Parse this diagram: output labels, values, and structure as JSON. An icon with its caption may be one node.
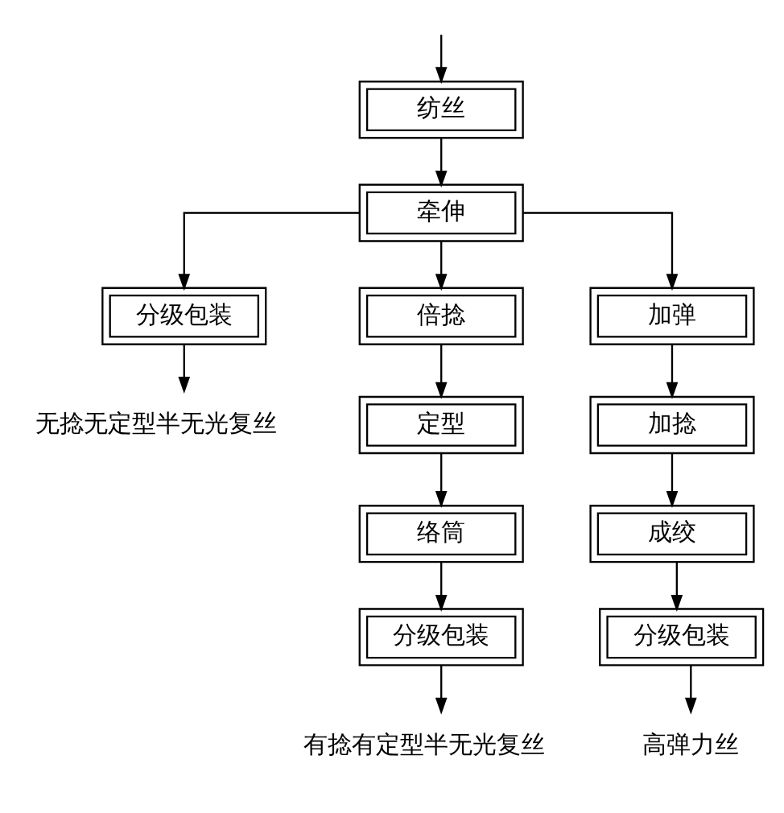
{
  "diagram": {
    "nodes": [
      {
        "text": [
          "纺丝"
        ]
      },
      {
        "text": [
          "牵伸"
        ]
      },
      {
        "text": [
          "分级包装"
        ]
      },
      {
        "text": [
          "无捻无定型半无光复丝"
        ]
      },
      {
        "text": [
          "倍捻"
        ]
      },
      {
        "text": [
          "定型"
        ]
      },
      {
        "text": [
          "络筒"
        ]
      },
      {
        "text": [
          "分级包装"
        ]
      },
      {
        "text": [
          "有捻有定型半无光复丝"
        ]
      },
      {
        "text": [
          "加弹"
        ]
      },
      {
        "text": [
          "加捻"
        ]
      },
      {
        "text": [
          "成绞"
        ]
      },
      {
        "text": [
          "分级包装"
        ]
      },
      {
        "text": [
          "高弹力丝"
        ]
      }
    ],
    "edges": [
      {
        "from": null,
        "to": 0,
        "arrow": "to"
      },
      {
        "from": 0,
        "to": 1,
        "arrow": "to"
      },
      {
        "from": 1,
        "to": 2,
        "arrow": "to"
      },
      {
        "from": 1,
        "to": 4,
        "arrow": "to"
      },
      {
        "from": 1,
        "to": 9,
        "arrow": "to"
      },
      {
        "from": 2,
        "to": 3,
        "arrow": "to"
      },
      {
        "from": 4,
        "to": 5,
        "arrow": "to"
      },
      {
        "from": 5,
        "to": 6,
        "arrow": "to"
      },
      {
        "from": 6,
        "to": 7,
        "arrow": "to"
      },
      {
        "from": 7,
        "to": 8,
        "arrow": "to"
      },
      {
        "from": 9,
        "to": 10,
        "arrow": "to"
      },
      {
        "from": 10,
        "to": 11,
        "arrow": "to"
      },
      {
        "from": 11,
        "to": 12,
        "arrow": "to"
      },
      {
        "from": 12,
        "to": 13,
        "arrow": "to"
      }
    ]
  }
}
